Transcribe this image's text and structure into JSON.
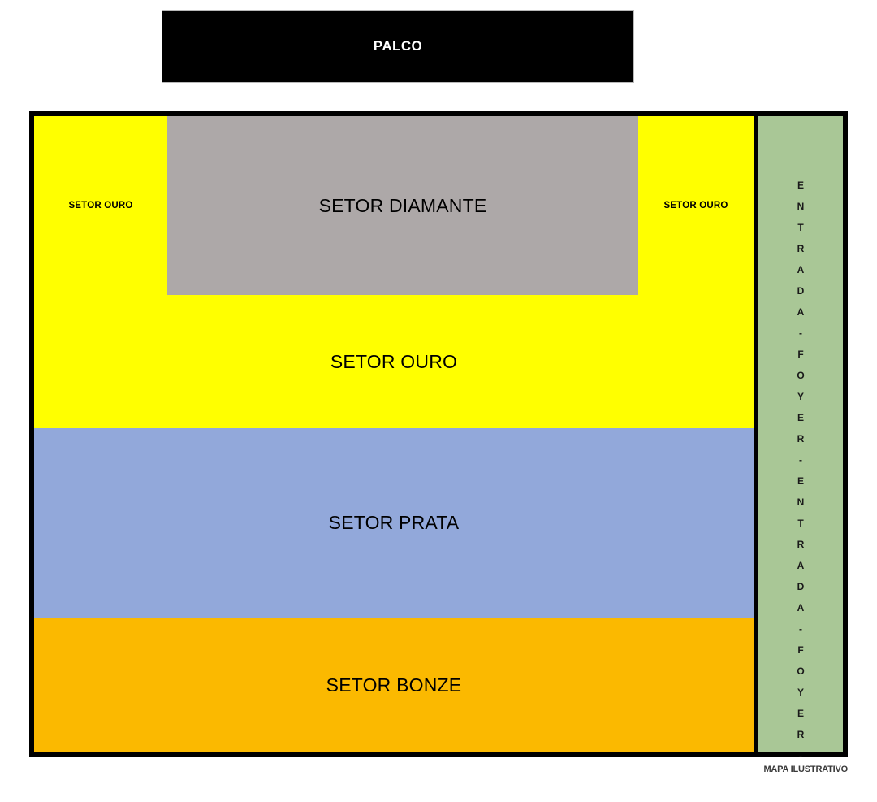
{
  "map": {
    "caption": "MAPA ILUSTRATIVO",
    "stage": {
      "label": "PALCO",
      "background": "#000000",
      "text_color": "#ffffff"
    },
    "sectors": [
      {
        "name": "setor-diamante",
        "label": "SETOR DIAMANTE",
        "color": "#ada8a8"
      },
      {
        "name": "setor-ouro-left",
        "label": "SETOR OURO",
        "color": "#ffff00"
      },
      {
        "name": "setor-ouro-right",
        "label": "SETOR OURO",
        "color": "#ffff00"
      },
      {
        "name": "setor-ouro-main",
        "label": "SETOR OURO",
        "color": "#ffff00"
      },
      {
        "name": "setor-prata",
        "label": "SETOR PRATA",
        "color": "#92a8da"
      },
      {
        "name": "setor-bonze",
        "label": "SETOR BONZE",
        "color": "#fbb900"
      }
    ],
    "foyer": {
      "color": "#a9c796",
      "text": "ENTRADA - FOYER - ENTRADA - FOYER -",
      "letters": [
        "E",
        "N",
        "T",
        "R",
        "A",
        "D",
        "A",
        "-",
        "F",
        "O",
        "Y",
        "E",
        "R",
        "-",
        "E",
        "N",
        "T",
        "R",
        "A",
        "D",
        "A",
        "-",
        "F",
        "O",
        "Y",
        "E",
        "R",
        "-"
      ]
    },
    "frame": {
      "border_color": "#000000"
    }
  }
}
